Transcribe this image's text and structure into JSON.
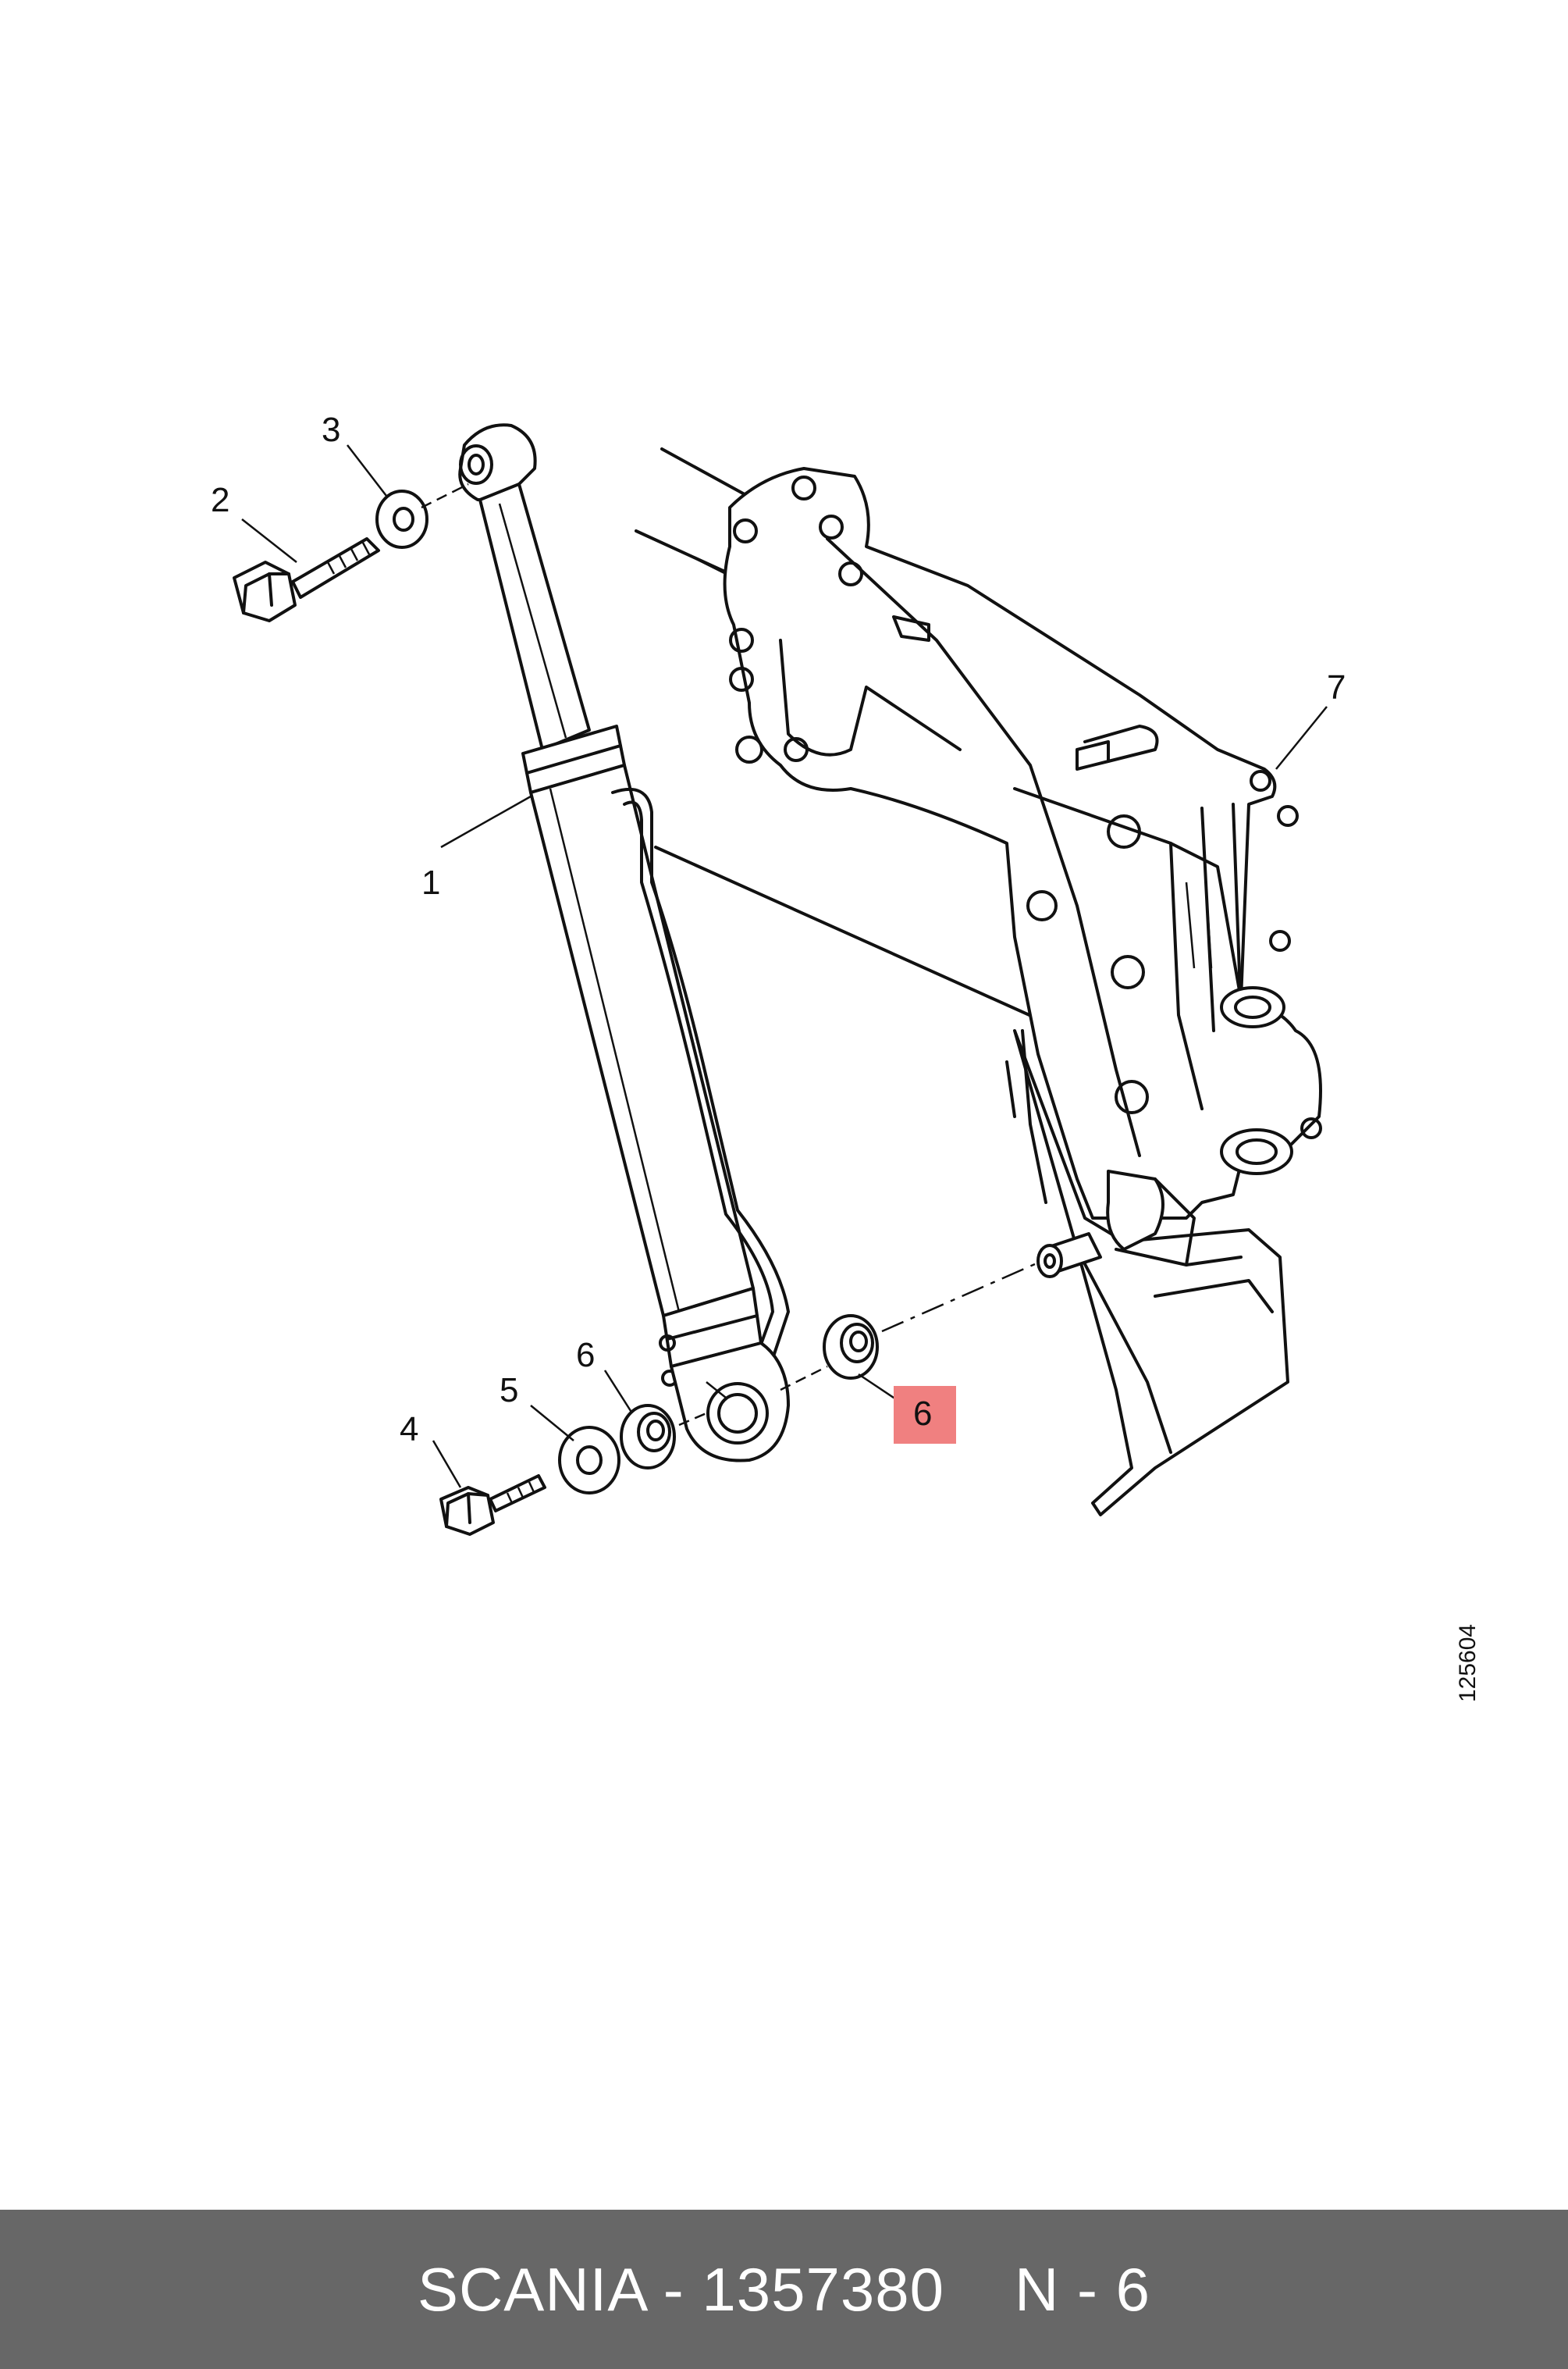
{
  "callouts": [
    {
      "id": "c1",
      "label": "1"
    },
    {
      "id": "c2",
      "label": "2"
    },
    {
      "id": "c3",
      "label": "3"
    },
    {
      "id": "c4",
      "label": "4"
    },
    {
      "id": "c5",
      "label": "5"
    },
    {
      "id": "c6a",
      "label": "6"
    },
    {
      "id": "c6b",
      "label": "6",
      "highlighted": true
    },
    {
      "id": "c7",
      "label": "7"
    }
  ],
  "drawing_number": "125604",
  "highlight_color": "#f08080",
  "footer": {
    "brand_part": "SCANIA - 1357380",
    "item_ref": "N - 6"
  }
}
